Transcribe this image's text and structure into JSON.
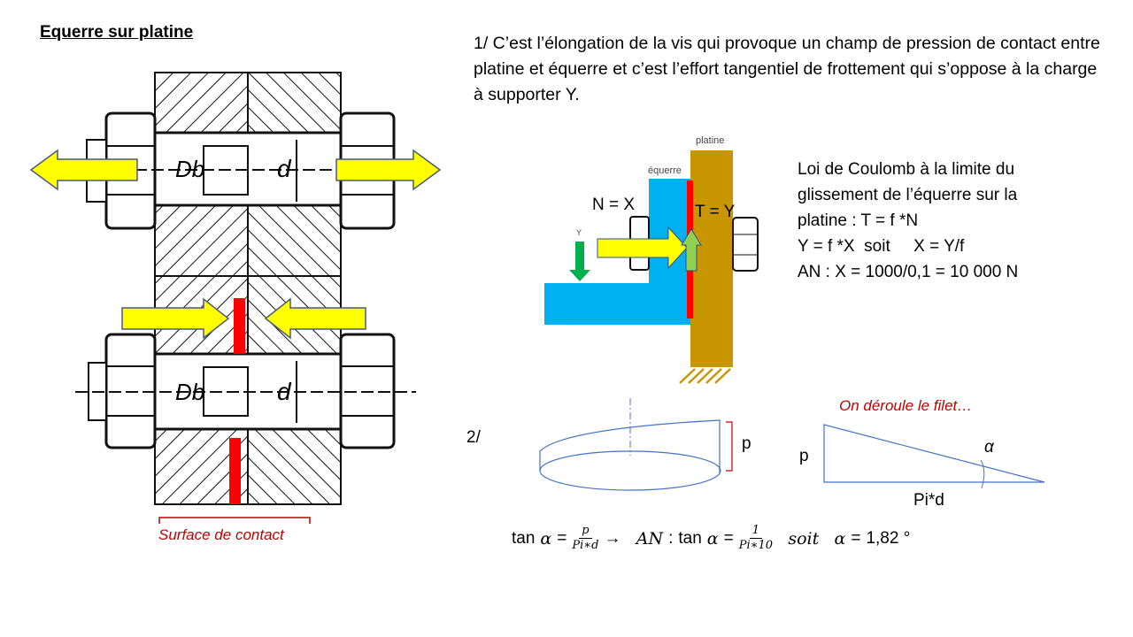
{
  "title": "Equerre sur platine",
  "paragraph1": "1/ C’est l’élongation de la vis qui provoque un champ de pression de contact entre platine et équerre et c’est l’effort tangentiel de frottement qui s’oppose à la charge à supporter Y.",
  "bolt_labels": {
    "db": "Db",
    "d": "d"
  },
  "contact_label": "Surface de contact",
  "diagram": {
    "platine": "platine",
    "equerre": "équerre",
    "n_label": "N = X",
    "t_label": "T = Y",
    "y_label": "Y"
  },
  "coulomb": [
    "Loi de Coulomb à la limite du",
    "glissement de l’équerre sur la",
    "platine : T = f *N",
    "Y = f *X  soit     X = Y/f",
    "AN : X = 1000/0,1 = 10 000 N"
  ],
  "part2": {
    "label": "2/",
    "p_label": "p",
    "unroll_caption": "On déroule le filet…",
    "triangle_p": "p",
    "triangle_base": "Pi*d",
    "alpha": "α"
  },
  "formula": {
    "tan": "tan",
    "alpha": "α",
    "eq": "=",
    "num1": "p",
    "den1": "Pi∗d",
    "arrow": "→",
    "an": "AN",
    "colon": ":",
    "num2": "1",
    "den2": "Pi∗10",
    "soit": "soit",
    "result": "1,82 °"
  },
  "colors": {
    "yellow": "#ffff00",
    "red": "#ff0000",
    "cyan": "#00b0f0",
    "platine": "#c89600",
    "green": "#00b050",
    "lightgreen": "#92d050",
    "accent_red_text": "#c00000",
    "blue_line": "#4472c4"
  }
}
